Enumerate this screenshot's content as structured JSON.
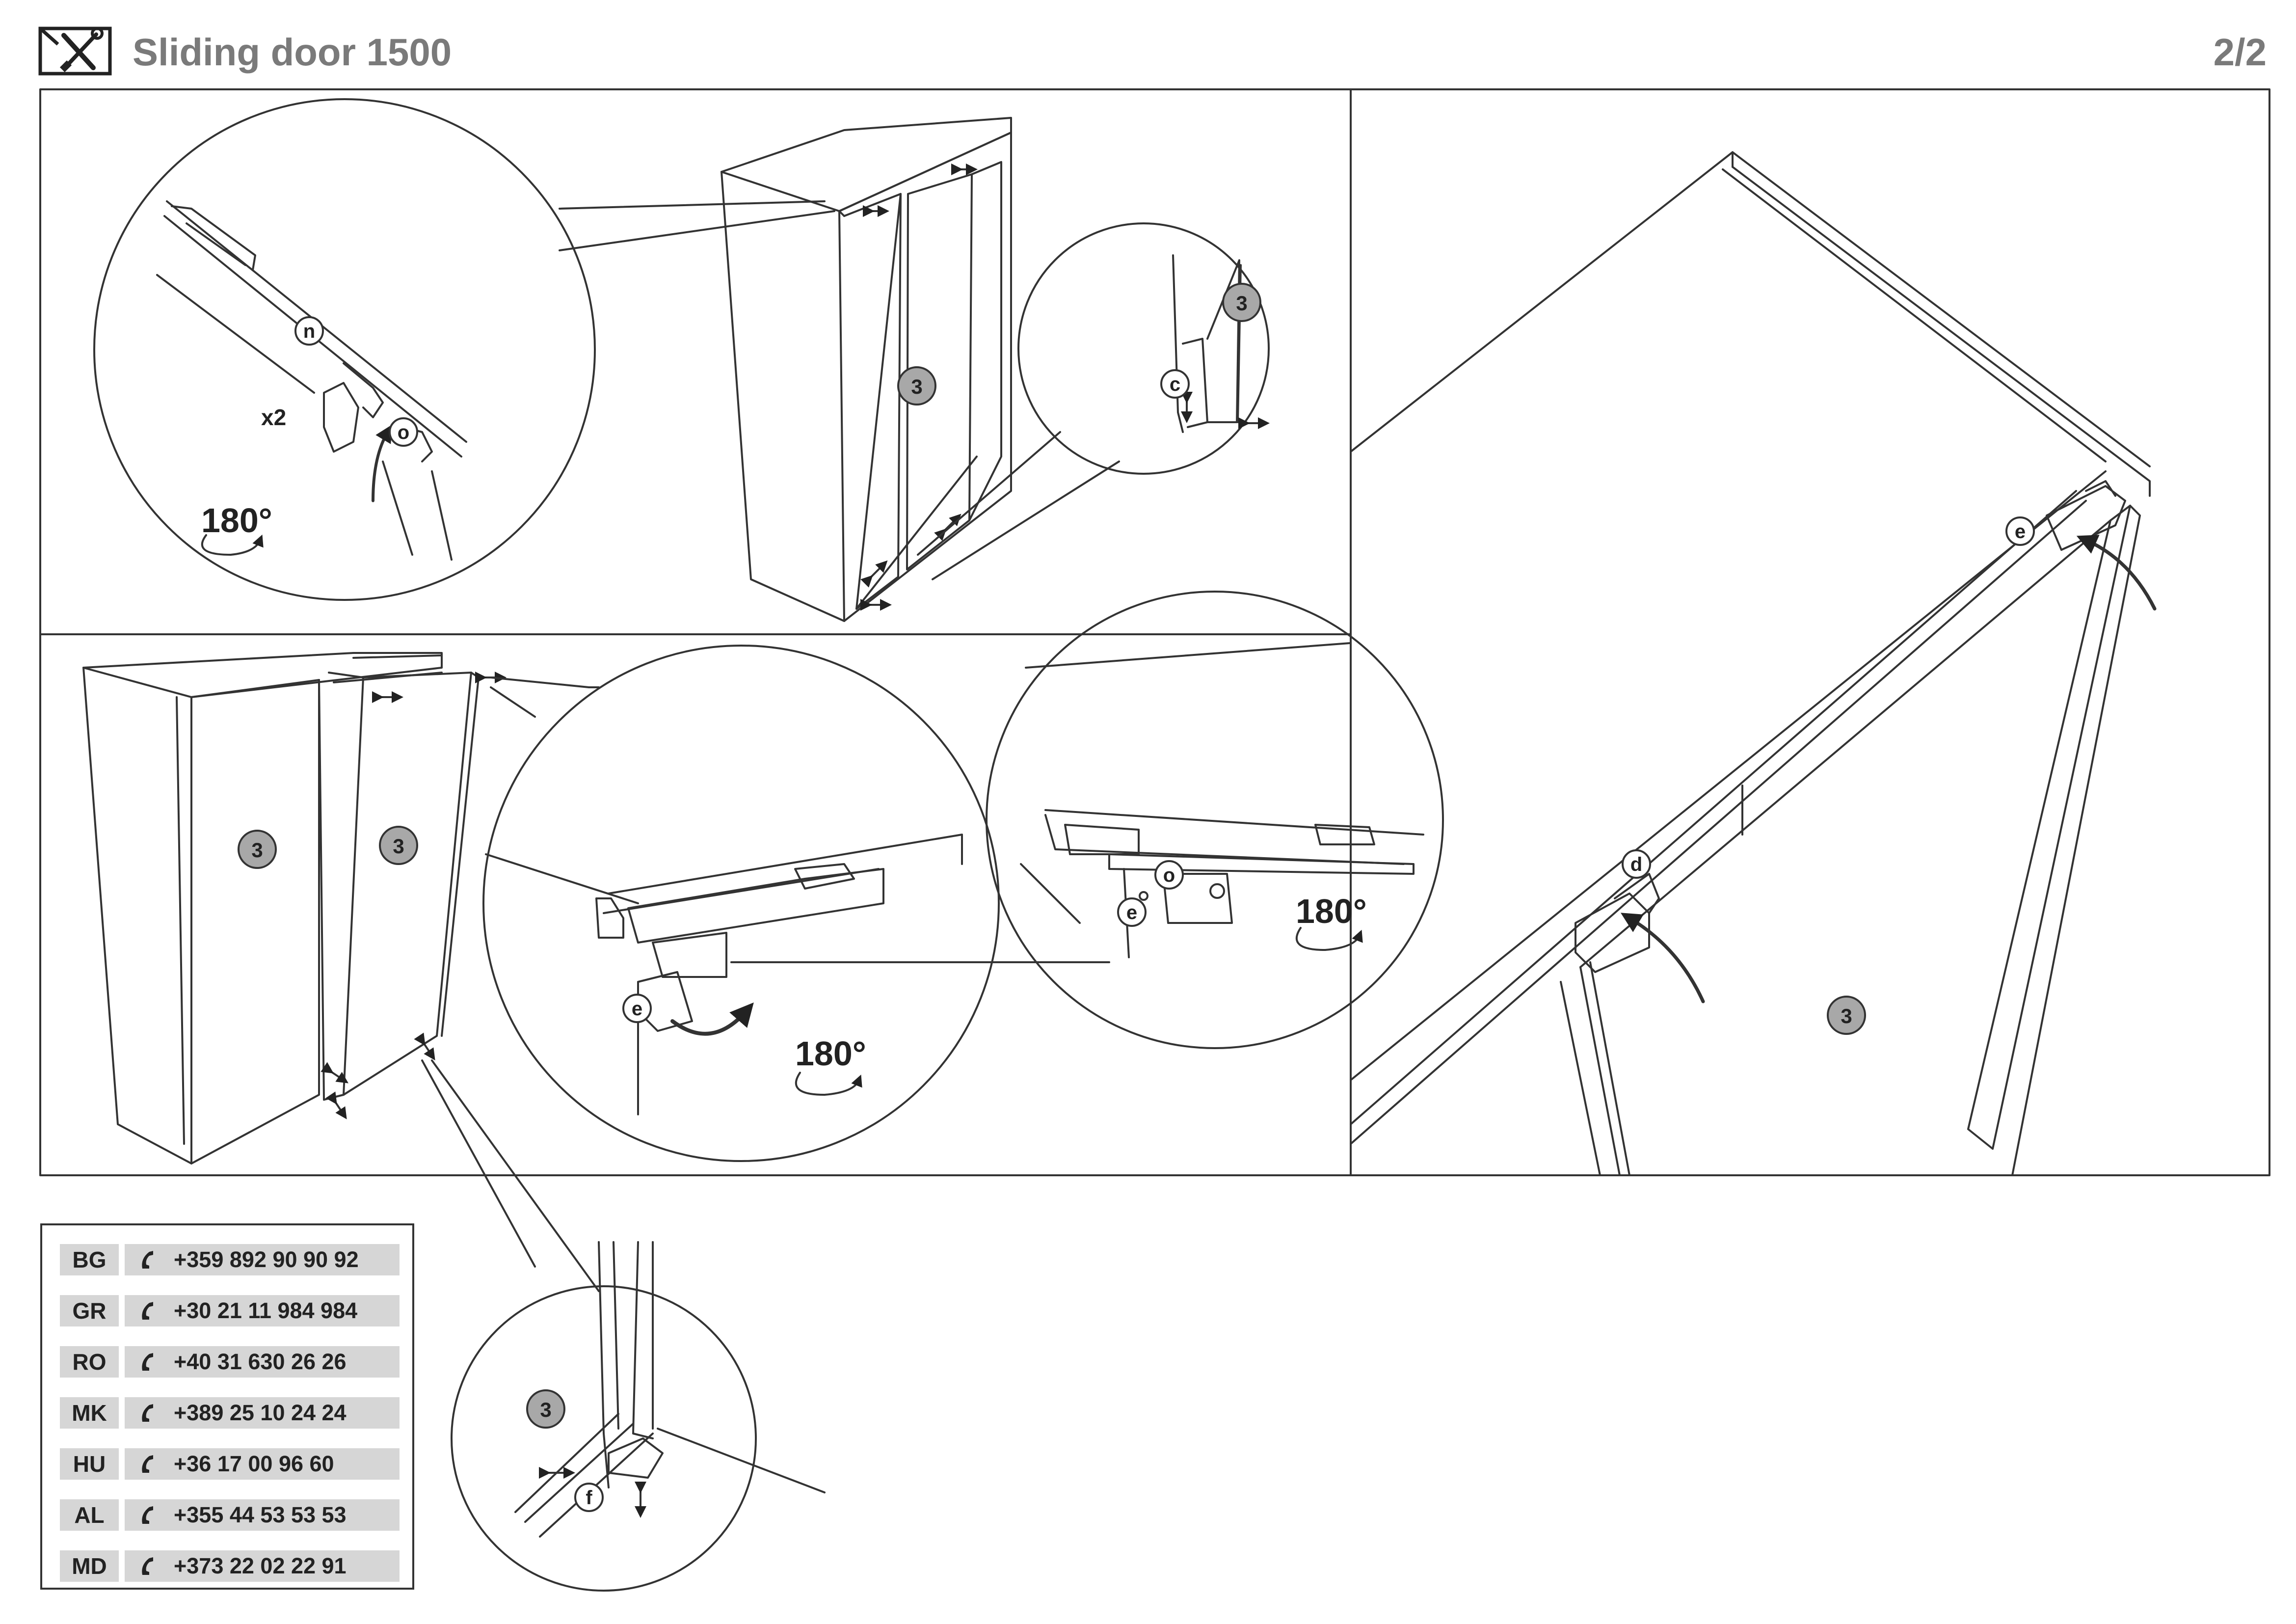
{
  "header": {
    "title": "Sliding door 1500",
    "page": "2/2",
    "icon": "tools-icon"
  },
  "labels": {
    "part_3": "3",
    "n": "n",
    "o": "o",
    "c": "c",
    "d": "d",
    "e": "e",
    "f": "f",
    "x2": "x2",
    "rotate_180": "180°"
  },
  "contacts": [
    {
      "code": "BG",
      "phone": "+359 892 90 90 92"
    },
    {
      "code": "GR",
      "phone": "+30 21 11 984 984"
    },
    {
      "code": "RO",
      "phone": "+40 31 630 26 26"
    },
    {
      "code": "MK",
      "phone": "+389 25 10 24 24"
    },
    {
      "code": "HU",
      "phone": "+36 17 00 96 60"
    },
    {
      "code": "AL",
      "phone": "+355 44 53 53 53"
    },
    {
      "code": "MD",
      "phone": "+373 22 02 22 91"
    }
  ],
  "colors": {
    "line": "#333333",
    "badge_fill": "#a8a8a8",
    "contact_bg": "#d6d6d6",
    "title": "#7a7a7a"
  }
}
